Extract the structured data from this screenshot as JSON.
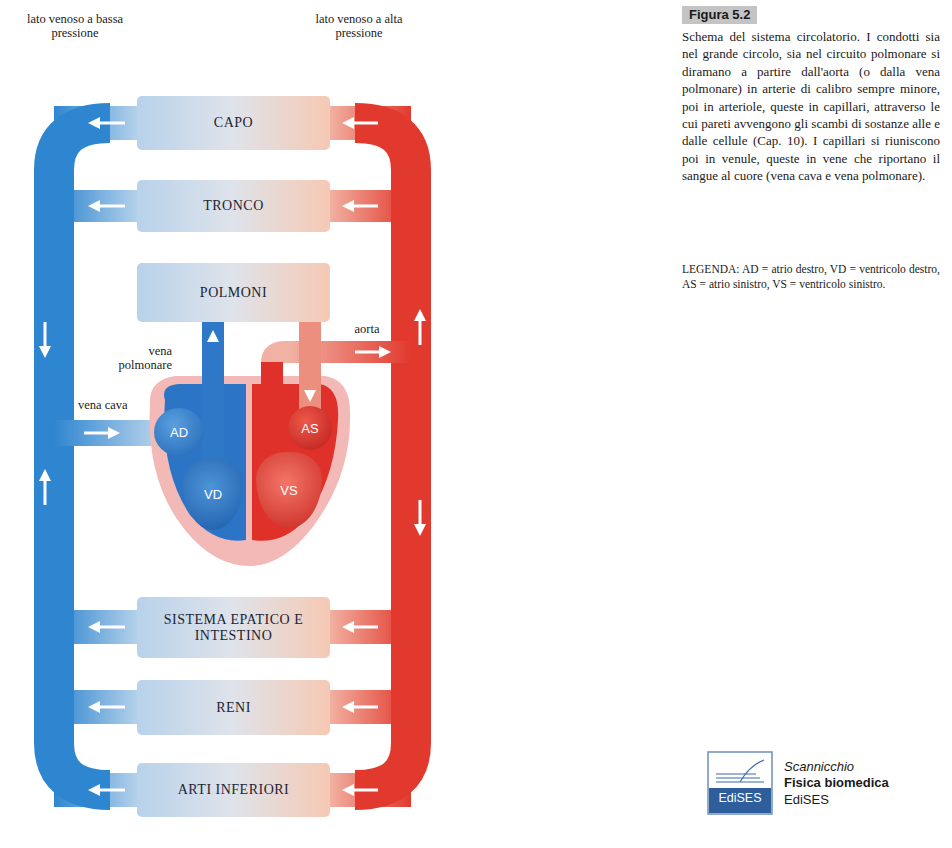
{
  "diagram": {
    "title": "Figura 5.2",
    "caption": "Schema del sistema circolatorio. I condotti sia nel grande circolo, sia nel circuito polmonare si diramano a partire dall'aorta (o dalla vena polmonare) in arterie di calibro sempre minore, poi in arteriole, queste in capillari, attraverso le cui pareti avvengono gli scambi di sostanze alle e dalle cellule (Cap. 10). I capillari si riuniscono poi in venule, queste in vene che riportano il sangue al cuore (vena cava e vena polmonare).",
    "nodes": [
      {
        "text": [
          "CAPO"
        ]
      },
      {
        "text": [
          "TRONCO"
        ]
      },
      {
        "text": [
          "POLMONI"
        ]
      },
      {
        "text": [
          "AD"
        ]
      },
      {
        "text": [
          "VD"
        ]
      },
      {
        "text": [
          "AS"
        ]
      },
      {
        "text": [
          "VS"
        ]
      },
      {
        "text": [
          "SISTEMA EPATICO E INTESTINO"
        ]
      },
      {
        "text": [
          "RENI"
        ]
      },
      {
        "text": [
          "ARTI INFERIORI"
        ]
      }
    ],
    "edges": [
      {
        "from": 4,
        "to": 2,
        "arrow": "to"
      },
      {
        "from": 2,
        "to": 5,
        "arrow": "to"
      }
    ],
    "labels": [
      "lato venoso a bassa pressione",
      "lato venoso a alta pressione",
      "vena polmonare",
      "aorta",
      "vena cava",
      "LEGENDA: AD = atrio destro, VD = ventricolo destro, AS = atrio sinistro, VS = ventricolo sinistro.",
      "EdiSES",
      "Scannicchio",
      "Fisica biomedica",
      "EdiSES"
    ]
  }
}
